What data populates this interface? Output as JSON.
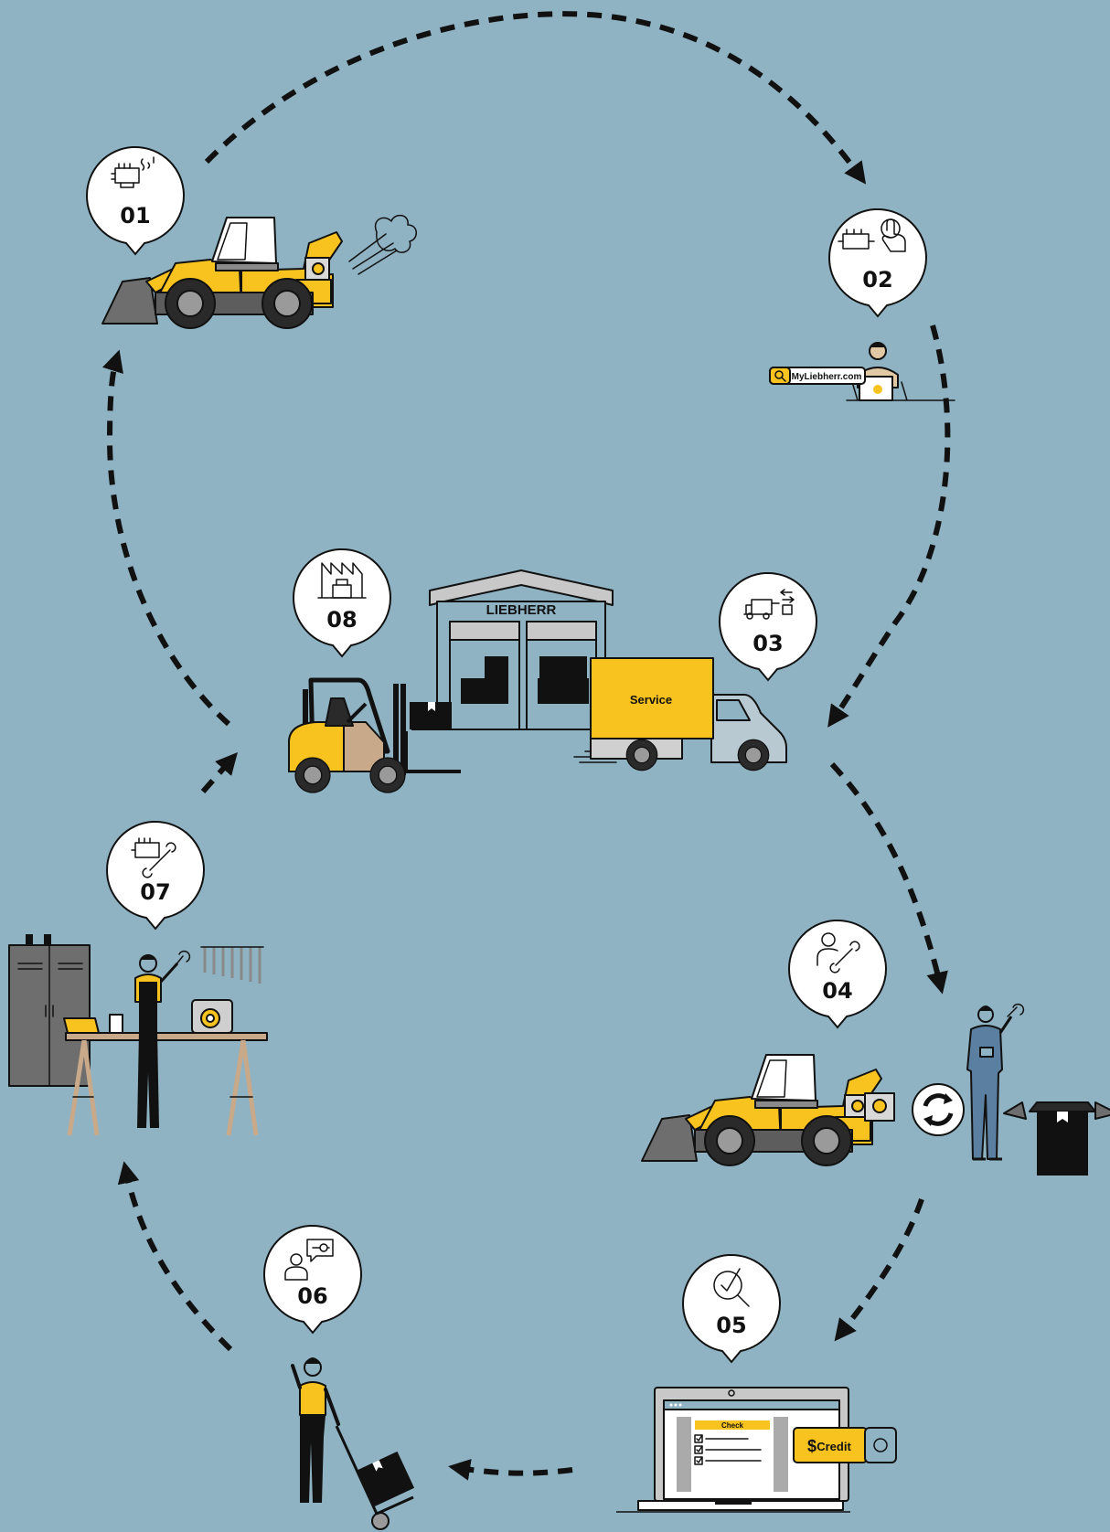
{
  "steps": [
    {
      "number": "01",
      "icon": "engine-smoke-icon"
    },
    {
      "number": "02",
      "icon": "engine-touch-icon"
    },
    {
      "number": "03",
      "icon": "truck-exchange-icon"
    },
    {
      "number": "04",
      "icon": "mechanic-wrench-icon"
    },
    {
      "number": "05",
      "icon": "check-magnifier-icon"
    },
    {
      "number": "06",
      "icon": "person-message-icon"
    },
    {
      "number": "07",
      "icon": "engine-tools-icon"
    },
    {
      "number": "08",
      "icon": "factory-icon"
    }
  ],
  "labels": {
    "portal": "MyLiebherr.com",
    "warehouse_brand": "LIEBHERR",
    "truck": "Service",
    "checklist": "Check",
    "credit": "Credit",
    "credit_symbol": "$"
  },
  "colors": {
    "background": "#8fb3c3",
    "brand_yellow": "#f9c31f",
    "ink": "#111111",
    "gray": "#6e6e6e"
  }
}
